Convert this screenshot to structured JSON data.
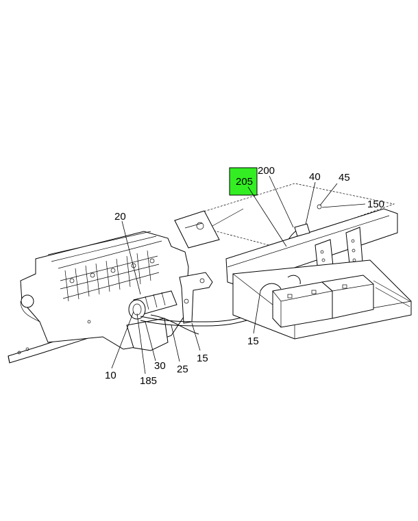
{
  "callouts": {
    "c205": "205",
    "c200": "200",
    "c40": "40",
    "c45": "45",
    "c150": "150",
    "c20": "20",
    "c15a": "15",
    "c15b": "15",
    "c10": "10",
    "c185": "185",
    "c30": "30",
    "c25": "25"
  },
  "colors": {
    "highlight": "#33ee22",
    "line": "#000000",
    "background": "#ffffff"
  }
}
